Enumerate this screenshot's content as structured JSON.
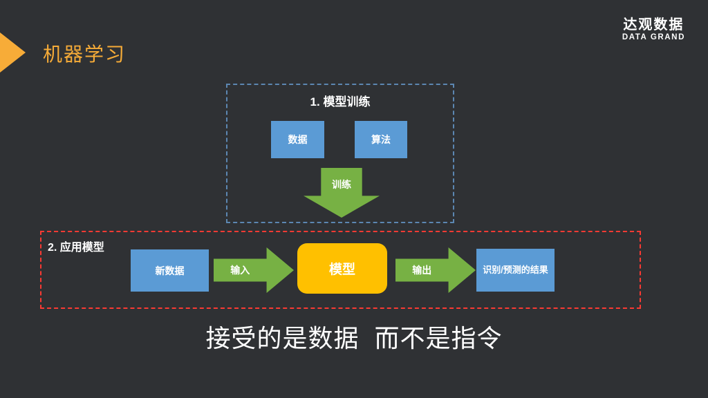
{
  "header": {
    "title": "机器学习",
    "logo_cn": "达观数据",
    "logo_en": "DATA GRAND"
  },
  "training": {
    "title": "1. 模型训练",
    "data_label": "数据",
    "algorithm_label": "算法",
    "arrow_label": "训练"
  },
  "apply": {
    "title": "2. 应用模型",
    "new_data_label": "新数据",
    "input_label": "输入",
    "model_label": "模型",
    "output_label": "输出",
    "result_label": "识别/预测的结果"
  },
  "caption": {
    "text": "接受的是数据  而不是指令"
  },
  "colors": {
    "background": "#2f3134",
    "accent": "#f7ac38",
    "box_blue": "#5b9bd5",
    "box_yellow": "#ffc000",
    "arrow_green": "#77b144",
    "dash_blue": "#5c87b2",
    "dash_red": "#fb3a33"
  }
}
